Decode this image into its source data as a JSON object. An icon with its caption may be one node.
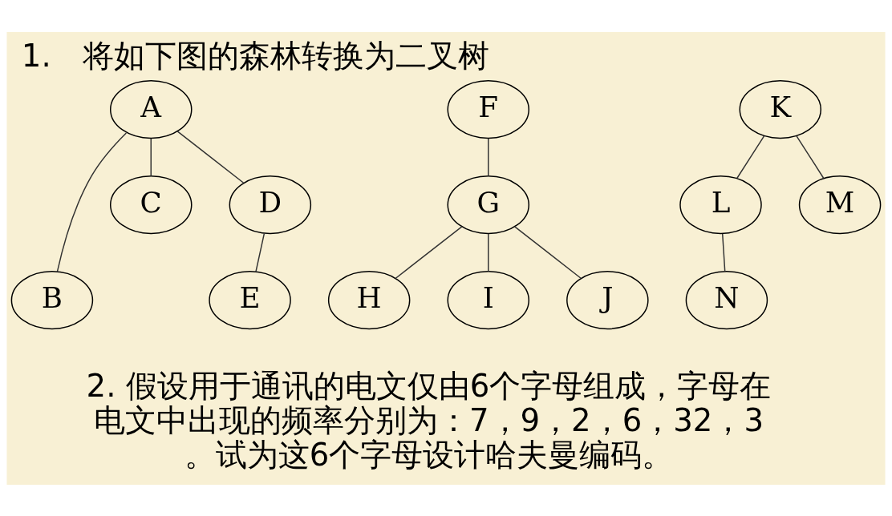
{
  "diagram": {
    "title": "1.　将如下图的森林转换为二叉树",
    "nodes": [
      {
        "text": [
          "A"
        ]
      },
      {
        "text": [
          "B"
        ]
      },
      {
        "text": [
          "C"
        ]
      },
      {
        "text": [
          "D"
        ]
      },
      {
        "text": [
          "E"
        ]
      },
      {
        "text": [
          "F"
        ]
      },
      {
        "text": [
          "G"
        ]
      },
      {
        "text": [
          "H"
        ]
      },
      {
        "text": [
          "I"
        ]
      },
      {
        "text": [
          "J"
        ]
      },
      {
        "text": [
          "K"
        ]
      },
      {
        "text": [
          "L"
        ]
      },
      {
        "text": [
          "M"
        ]
      },
      {
        "text": [
          "N"
        ]
      }
    ],
    "edges": [
      {
        "from": 0,
        "to": 1,
        "arrow": "none"
      },
      {
        "from": 0,
        "to": 2,
        "arrow": "none"
      },
      {
        "from": 0,
        "to": 3,
        "arrow": "none"
      },
      {
        "from": 3,
        "to": 4,
        "arrow": "none"
      },
      {
        "from": 5,
        "to": 6,
        "arrow": "none"
      },
      {
        "from": 6,
        "to": 7,
        "arrow": "none"
      },
      {
        "from": 6,
        "to": 8,
        "arrow": "none"
      },
      {
        "from": 6,
        "to": 9,
        "arrow": "none"
      },
      {
        "from": 10,
        "to": 11,
        "arrow": "none"
      },
      {
        "from": 10,
        "to": 12,
        "arrow": "none"
      },
      {
        "from": 11,
        "to": 13,
        "arrow": "none"
      }
    ],
    "labels": [
      "2. 假设用于通讯的电文仅由6个字母组成，字母在电文中出现的频率分别为：7，9，2，6，32，3。试为这6个字母设计哈夫曼编码。"
    ]
  }
}
